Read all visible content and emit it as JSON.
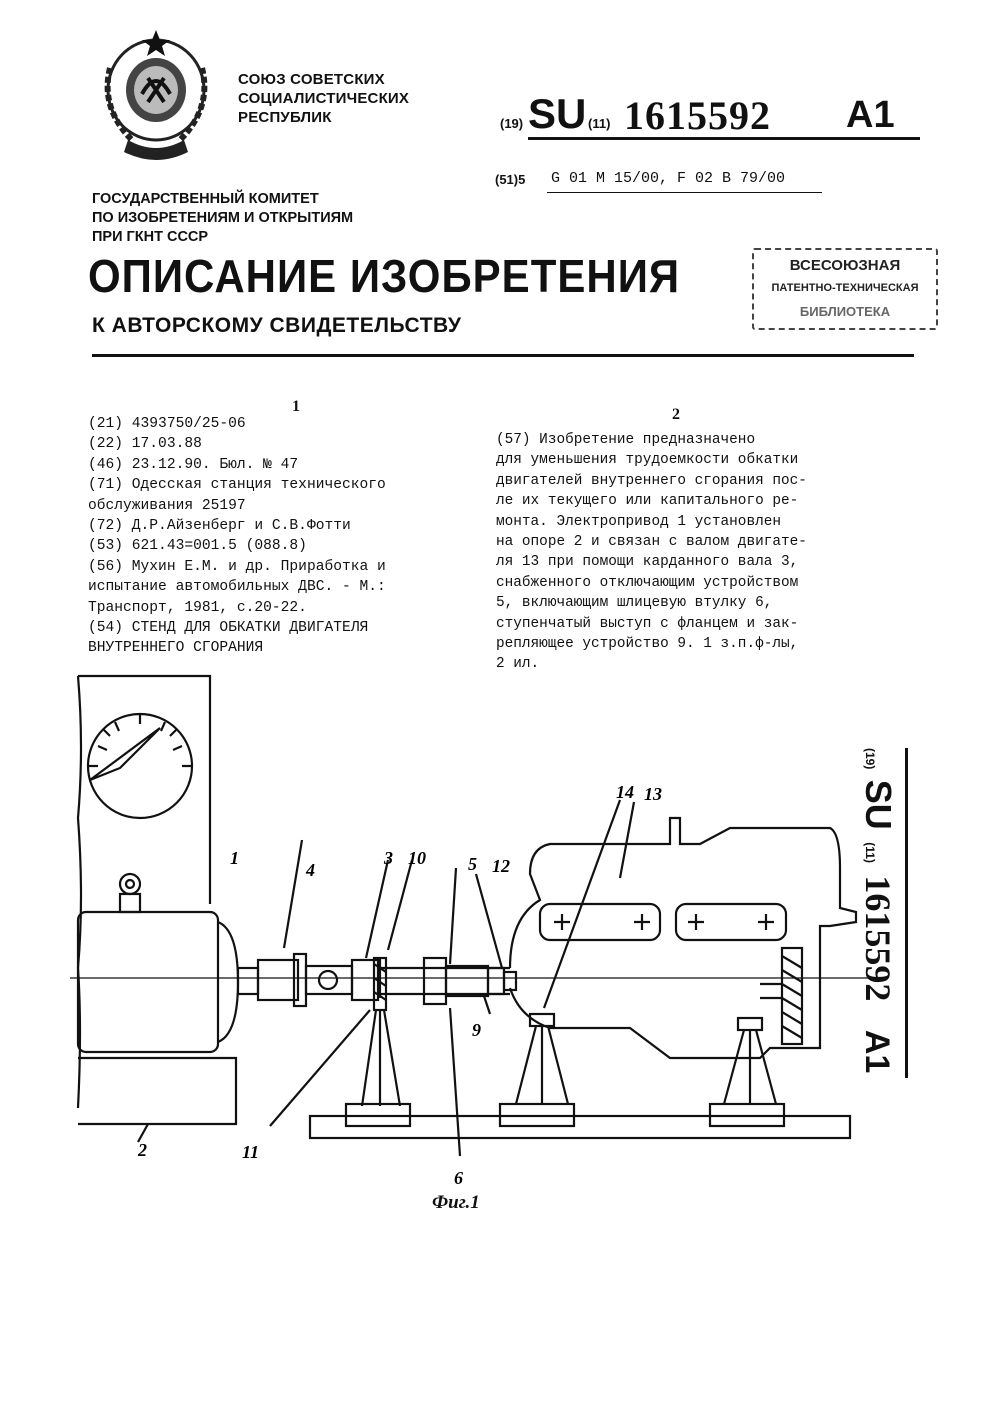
{
  "header": {
    "union_lines": [
      "СОЮЗ СОВЕТСКИХ",
      "СОЦИАЛИСТИЧЕСКИХ",
      "РЕСПУБЛИК"
    ],
    "code19": "(19)",
    "country": "SU",
    "code11": "(11)",
    "patent_number": "1615592",
    "kind": "A1",
    "ipc_code": "(51)5",
    "ipc": "G 01 M 15/00, F 02 B 79/00",
    "committee_lines": [
      "ГОСУДАРСТВЕННЫЙ КОМИТЕТ",
      "ПО ИЗОБРЕТЕНИЯМ И ОТКРЫТИЯМ",
      "ПРИ ГКНТ СССР"
    ],
    "title": "ОПИСАНИЕ ИЗОБРЕТЕНИЯ",
    "subtitle": "К АВТОРСКОМУ СВИДЕТЕЛЬСТВУ",
    "stamp_lines": [
      "ВСЕСОЮЗНАЯ",
      "ПАТЕНТНО-ТЕХНИЧЕСКАЯ",
      "БИБЛИОТЕКА"
    ]
  },
  "columns": {
    "left_number": "1",
    "right_number": "2"
  },
  "biblio": [
    "(21) 4393750/25-06",
    "(22) 17.03.88",
    "(46) 23.12.90. Бюл. № 47",
    "(71) Одесская станция технического",
    "обслуживания 25197",
    "(72) Д.Р.Айзенберг и С.В.Фотти",
    "(53) 621.43=001.5 (088.8)",
    "(56) Мухин Е.М. и др. Приработка и",
    "испытание автомобильных ДВС. - М.:",
    "Транспорт, 1981, с.20-22.",
    "(54) СТЕНД ДЛЯ ОБКАТКИ ДВИГАТЕЛЯ",
    "ВНУТРЕННЕГО СГОРАНИЯ"
  ],
  "abstract": [
    "(57) Изобретение предназначено",
    "для уменьшения трудоемкости обкатки",
    "двигателей внутреннего сгорания пос-",
    "ле их текущего или капитального ре-",
    "монта. Электропривод 1 установлен",
    "на опоре 2 и связан с валом двигате-",
    "ля 13 при помощи карданного вала 3,",
    "снабженного отключающим устройством",
    "5, включающим шлицевую втулку 6,",
    "ступенчатый выступ с фланцем и зак-",
    "репляющее устройство 9. 1 з.п.ф-лы,",
    "2 ил."
  ],
  "side_code": {
    "code19": "(19)",
    "country": "SU",
    "code11": "(11)",
    "patent_number": "1615592",
    "kind": "A1"
  },
  "figure": {
    "labels": [
      "1",
      "2",
      "3",
      "4",
      "5",
      "6",
      "9",
      "10",
      "11",
      "12",
      "14",
      "13"
    ],
    "caption": "Фиг.1"
  }
}
